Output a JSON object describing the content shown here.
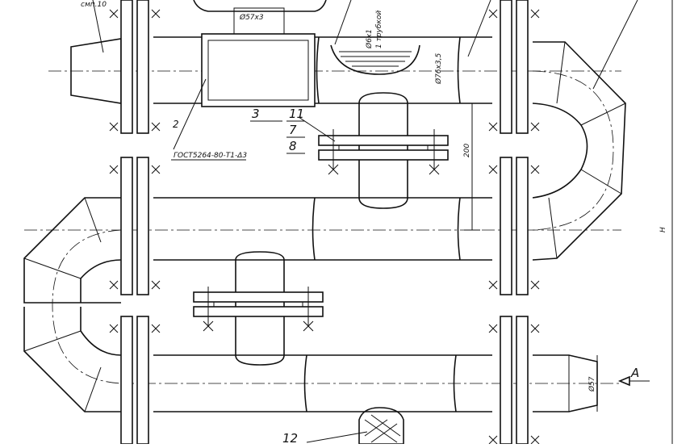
{
  "labels": {
    "ref_top_left": "смп.10",
    "dim_57x3": "Ø57x3",
    "dim_pipe_top": "Ø6x1",
    "dim_pipe_top2": "1 трубкой",
    "dim_76x3": "Ø76x3,5",
    "dim_200": "200",
    "dim_57": "Ø57",
    "dim_H": "H",
    "pos_2": "2",
    "pos_3": "3",
    "pos_11": "11",
    "pos_7": "7",
    "pos_8": "8",
    "pos_12": "12",
    "gost": "ГОСТ5264-80-Т1-Δ3",
    "view_A": "A"
  }
}
